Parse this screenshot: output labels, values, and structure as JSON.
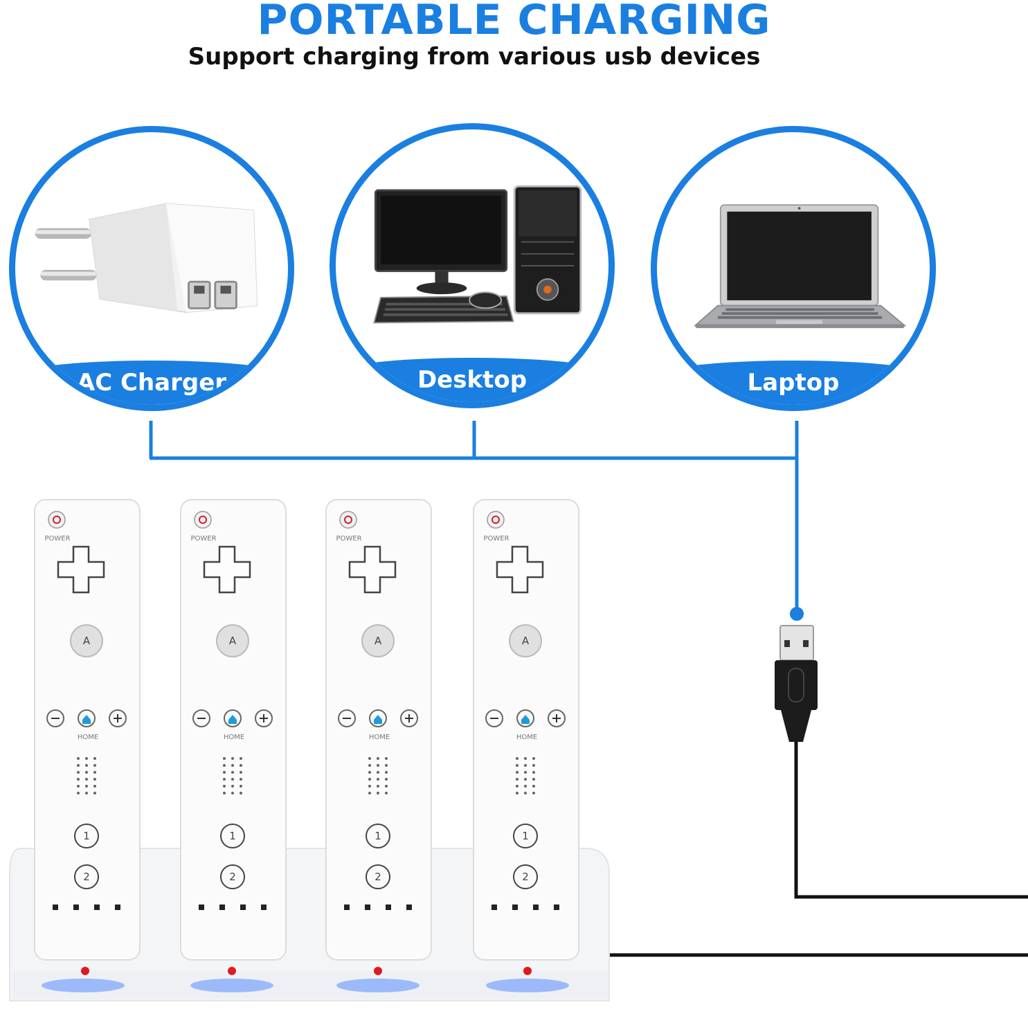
{
  "header": {
    "title": "PORTABLE CHARGING",
    "subtitle": "Support charging from various usb devices"
  },
  "sources": [
    {
      "label": "AC Charger",
      "icon": "ac-charger-icon"
    },
    {
      "label": "Desktop",
      "icon": "desktop-computer-icon"
    },
    {
      "label": "Laptop",
      "icon": "laptop-icon"
    }
  ],
  "remote": {
    "power_label": "POWER",
    "a_label": "A",
    "home_label": "HOME",
    "one_label": "1",
    "two_label": "2",
    "count": 4
  },
  "colors": {
    "accent": "#1a7fe0",
    "led_red": "#e0191f",
    "led_blue": "#2a6bff",
    "cable": "#111111"
  }
}
